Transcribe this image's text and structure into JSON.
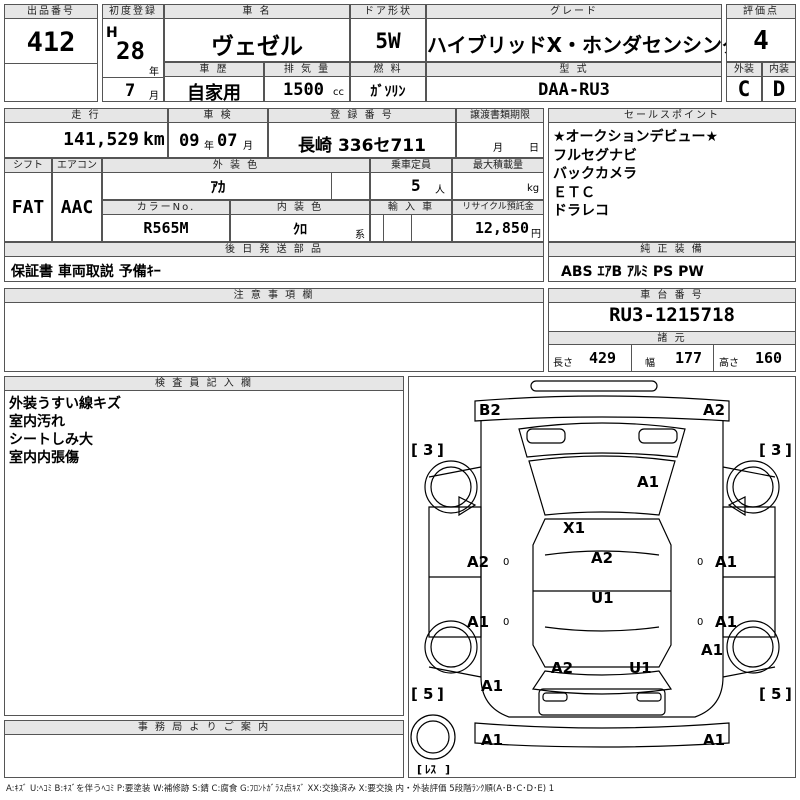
{
  "row1": {
    "lot_label": "出品番号",
    "lot_value": "412",
    "first_reg_label": "初度登録",
    "era": "H",
    "year_value": "28",
    "year_unit": "年",
    "month_value": "7",
    "month_unit": "月",
    "name_label": "車 名",
    "name_value": "ヴェゼル",
    "door_label": "ドア形状",
    "door_value": "5W",
    "grade_label": "グレード",
    "grade_value": "ハイブリッドX・ホンダセンシング",
    "score_label": "評価点",
    "score_value": "4",
    "history_label": "車 歴",
    "history_value": "自家用",
    "disp_label": "排 気 量",
    "disp_value": "1500",
    "disp_unit": "cc",
    "fuel_label": "燃 料",
    "fuel_value": "ｶﾞｿﾘﾝ",
    "model_label": "型 式",
    "model_value": "DAA-RU3",
    "ext_label": "外装",
    "ext_value": "C",
    "int_label": "内装",
    "int_value": "D"
  },
  "row2": {
    "mileage_label": "走 行",
    "mileage_value": "141,529",
    "mileage_unit": "km",
    "inspect_label": "車 検",
    "inspect_year": "09",
    "inspect_year_unit": "年",
    "inspect_month": "07",
    "inspect_month_unit": "月",
    "plate_label": "登 録 番 号",
    "plate_value": "長崎 336セ711",
    "transfer_label": "譲渡書類期限",
    "transfer_month": "月",
    "transfer_day": "日",
    "shift_label": "シフト",
    "shift_value": "FAT",
    "ac_label": "エアコン",
    "ac_value": "AAC",
    "color_label": "外 装 色",
    "color_value": "ｱｶ",
    "cap_label": "乗車定員",
    "cap_value": "5",
    "cap_unit": "人",
    "load_label": "最大積載量",
    "load_unit": "kg",
    "colorno_label": "カラーNo.",
    "colorno_value": "R565M",
    "intcolor_label": "内 装 色",
    "intcolor_value": "ｸﾛ",
    "intcolor_unit": "系",
    "import_label": "輸 入 車",
    "recycle_label": "リサイクル預託金",
    "recycle_value": "12,850",
    "recycle_unit": "円",
    "later_label": "後 日 発 送 部 品",
    "later_value": "保証書 車両取説 予備ｷｰ",
    "sales_label": "セールスポイント",
    "sales_items": [
      "★オークションデビュー★",
      "フルセグナビ",
      "バックカメラ",
      "ＥＴＣ",
      "ドラレコ"
    ],
    "equip_label": "純 正 装 備",
    "equip_value": "ABS ｴｱB ｱﾙﾐ PS PW"
  },
  "notes": {
    "label": "注 意 事 項 欄"
  },
  "chassis": {
    "label": "車 台 番 号",
    "value": "RU3-1215718",
    "dims_label": "諸 元",
    "len_label": "長さ",
    "len_value": "429",
    "wid_label": "幅",
    "wid_value": "177",
    "hgt_label": "高さ",
    "hgt_value": "160"
  },
  "inspector": {
    "label": "検 査 員 記 入 欄",
    "items": [
      "外装うすい線キズ",
      "室内汚れ",
      "シートしみ大",
      "室内内張傷"
    ]
  },
  "office": {
    "label": "事 務 局 よ り ご 案 内"
  },
  "diagram": {
    "marks": {
      "b2": "B2",
      "a2_tr": "A2",
      "a1_roof": "A1",
      "x1": "X1",
      "a2_fl": "A2",
      "a2_c": "A2",
      "a1_fr": "A1",
      "u1_c": "U1",
      "a1_rl": "A1",
      "a1_rr": "A1",
      "a1_rr2": "A1",
      "a2_bl": "A2",
      "u1_b": "U1",
      "a1_bl": "A1",
      "a1_btl": "A1",
      "a1_btr": "A1"
    },
    "tire_fl": "3",
    "tire_fr": "3",
    "tire_rl": "5",
    "tire_rr": "5",
    "spare": "ﾚｽ"
  },
  "legend": "A:ｷｽﾞ U:ﾍｺﾐ B:ｷｽﾞを伴うﾍｺﾐ P:要塗装 W:補修跡 S:錆 C:腐食 G:ﾌﾛﾝﾄｶﾞﾗｽ点ｷｽﾞ XX:交換済み X:要交換 内・外装評価 5段階ﾗﾝｸ順(A･B･C･D･E) 1"
}
